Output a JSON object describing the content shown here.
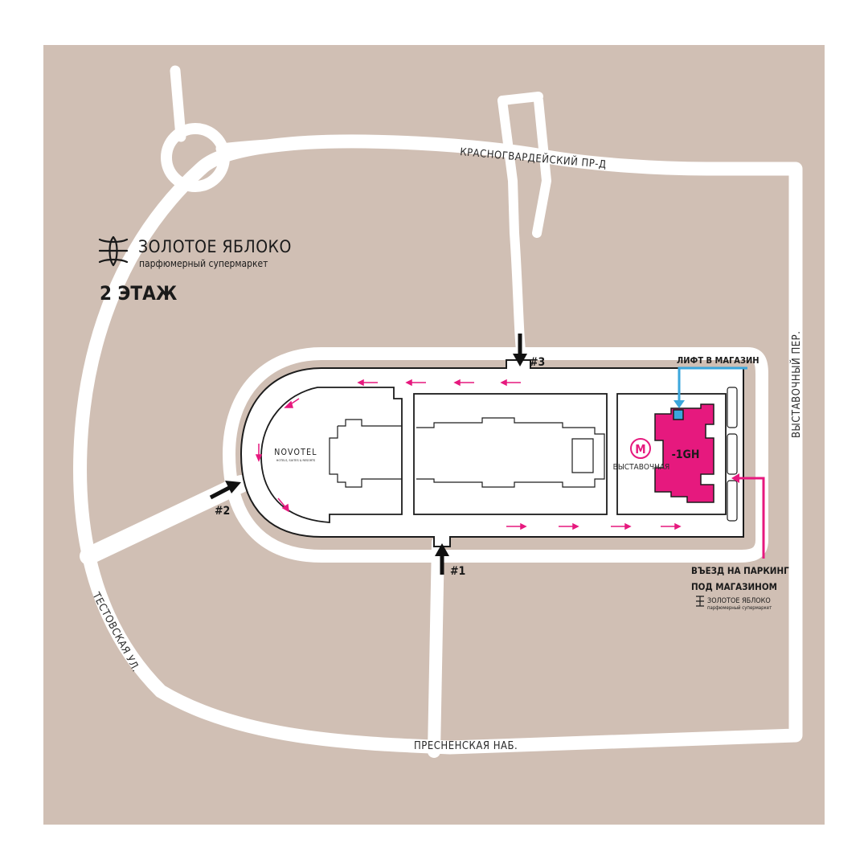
{
  "colors": {
    "background": "#d0bfb4",
    "road": "#ffffff",
    "outline": "#1c1c1c",
    "accent_pink": "#e6197e",
    "accent_blue": "#3aa6dc",
    "text": "#1a1a1a"
  },
  "brand": {
    "name": "ЗОЛОТОЕ ЯБЛОКО",
    "tagline": "парфюмерный супермаркет",
    "floor": "2 ЭТАЖ",
    "icon": "zolotoe-yabloko-logo-icon"
  },
  "streets": {
    "north": "КРАСНОГВАРДЕЙСКИЙ ПР-Д",
    "east": "ВЫСТАВОЧНЫЙ ПЕР.",
    "west": "ТЕСТОВСКАЯ УЛ.",
    "south": "ПРЕСНЕНСКАЯ НАБ."
  },
  "entrances": {
    "one": "#1",
    "two": "#2",
    "three": "#3"
  },
  "buildings": {
    "hotel_name": "NOVOTEL",
    "hotel_sub": "HOTELS, SUITES & RESORTS",
    "metro_letter": "М",
    "metro_station": "ВЫСТАВОЧНАЯ",
    "store_code": "-1GH"
  },
  "annotations": {
    "lift": "ЛИФТ В МАГАЗИН",
    "parking_line1": "ВЪЕЗД НА ПАРКИНГ",
    "parking_line2": "ПОД МАГАЗИНОМ",
    "mini_brand": "ЗОЛОТОЕ ЯБЛОКО",
    "mini_tagline": "парфюмерный супермаркет"
  }
}
